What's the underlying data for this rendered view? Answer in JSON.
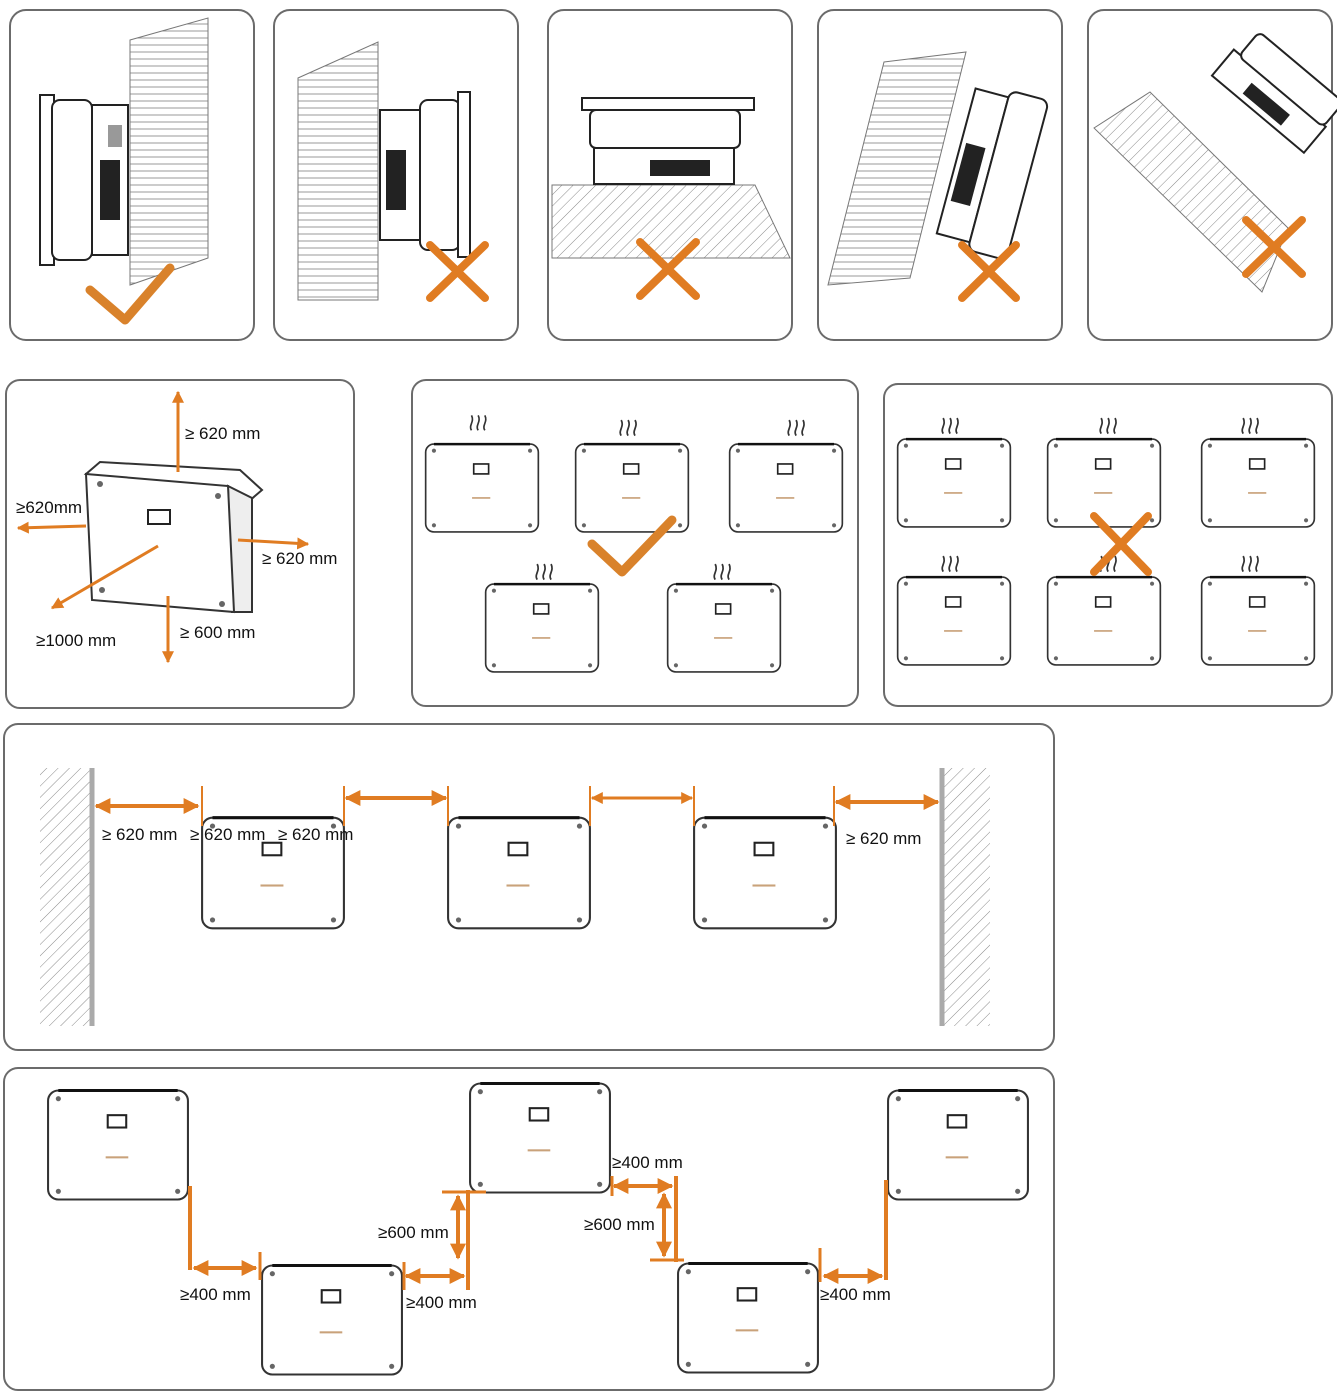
{
  "colors": {
    "accent": "#E07C22",
    "check": "#D9822B",
    "cross": "#E07C22",
    "frame": "#6b6b6b",
    "hatch": "#8a8a8a",
    "inverter_outline": "#333333"
  },
  "icons": {
    "ok": "check-mark-icon",
    "bad": "cross-mark-icon",
    "heat": "heat-wave-icon",
    "inverter": "inverter-unit-icon"
  },
  "orientation_panels": [
    {
      "status": "correct"
    },
    {
      "status": "incorrect"
    },
    {
      "status": "incorrect"
    },
    {
      "status": "incorrect"
    },
    {
      "status": "incorrect"
    }
  ],
  "clearance": {
    "top": "≥ 620 mm",
    "left": "≥620mm",
    "right": "≥ 620 mm",
    "front": "≥1000 mm",
    "bottom": "≥ 600 mm"
  },
  "arrangement_panels": [
    {
      "status": "correct"
    },
    {
      "status": "incorrect"
    }
  ],
  "side_by_side": {
    "labels": [
      "≥ 620 mm",
      "≥ 620 mm",
      "≥ 620 mm",
      "≥ 620 mm"
    ]
  },
  "staggered": {
    "labels": [
      "≥400 mm",
      "≥600 mm",
      "≥400 mm",
      "≥400 mm",
      "≥600 mm",
      "≥400 mm"
    ]
  }
}
